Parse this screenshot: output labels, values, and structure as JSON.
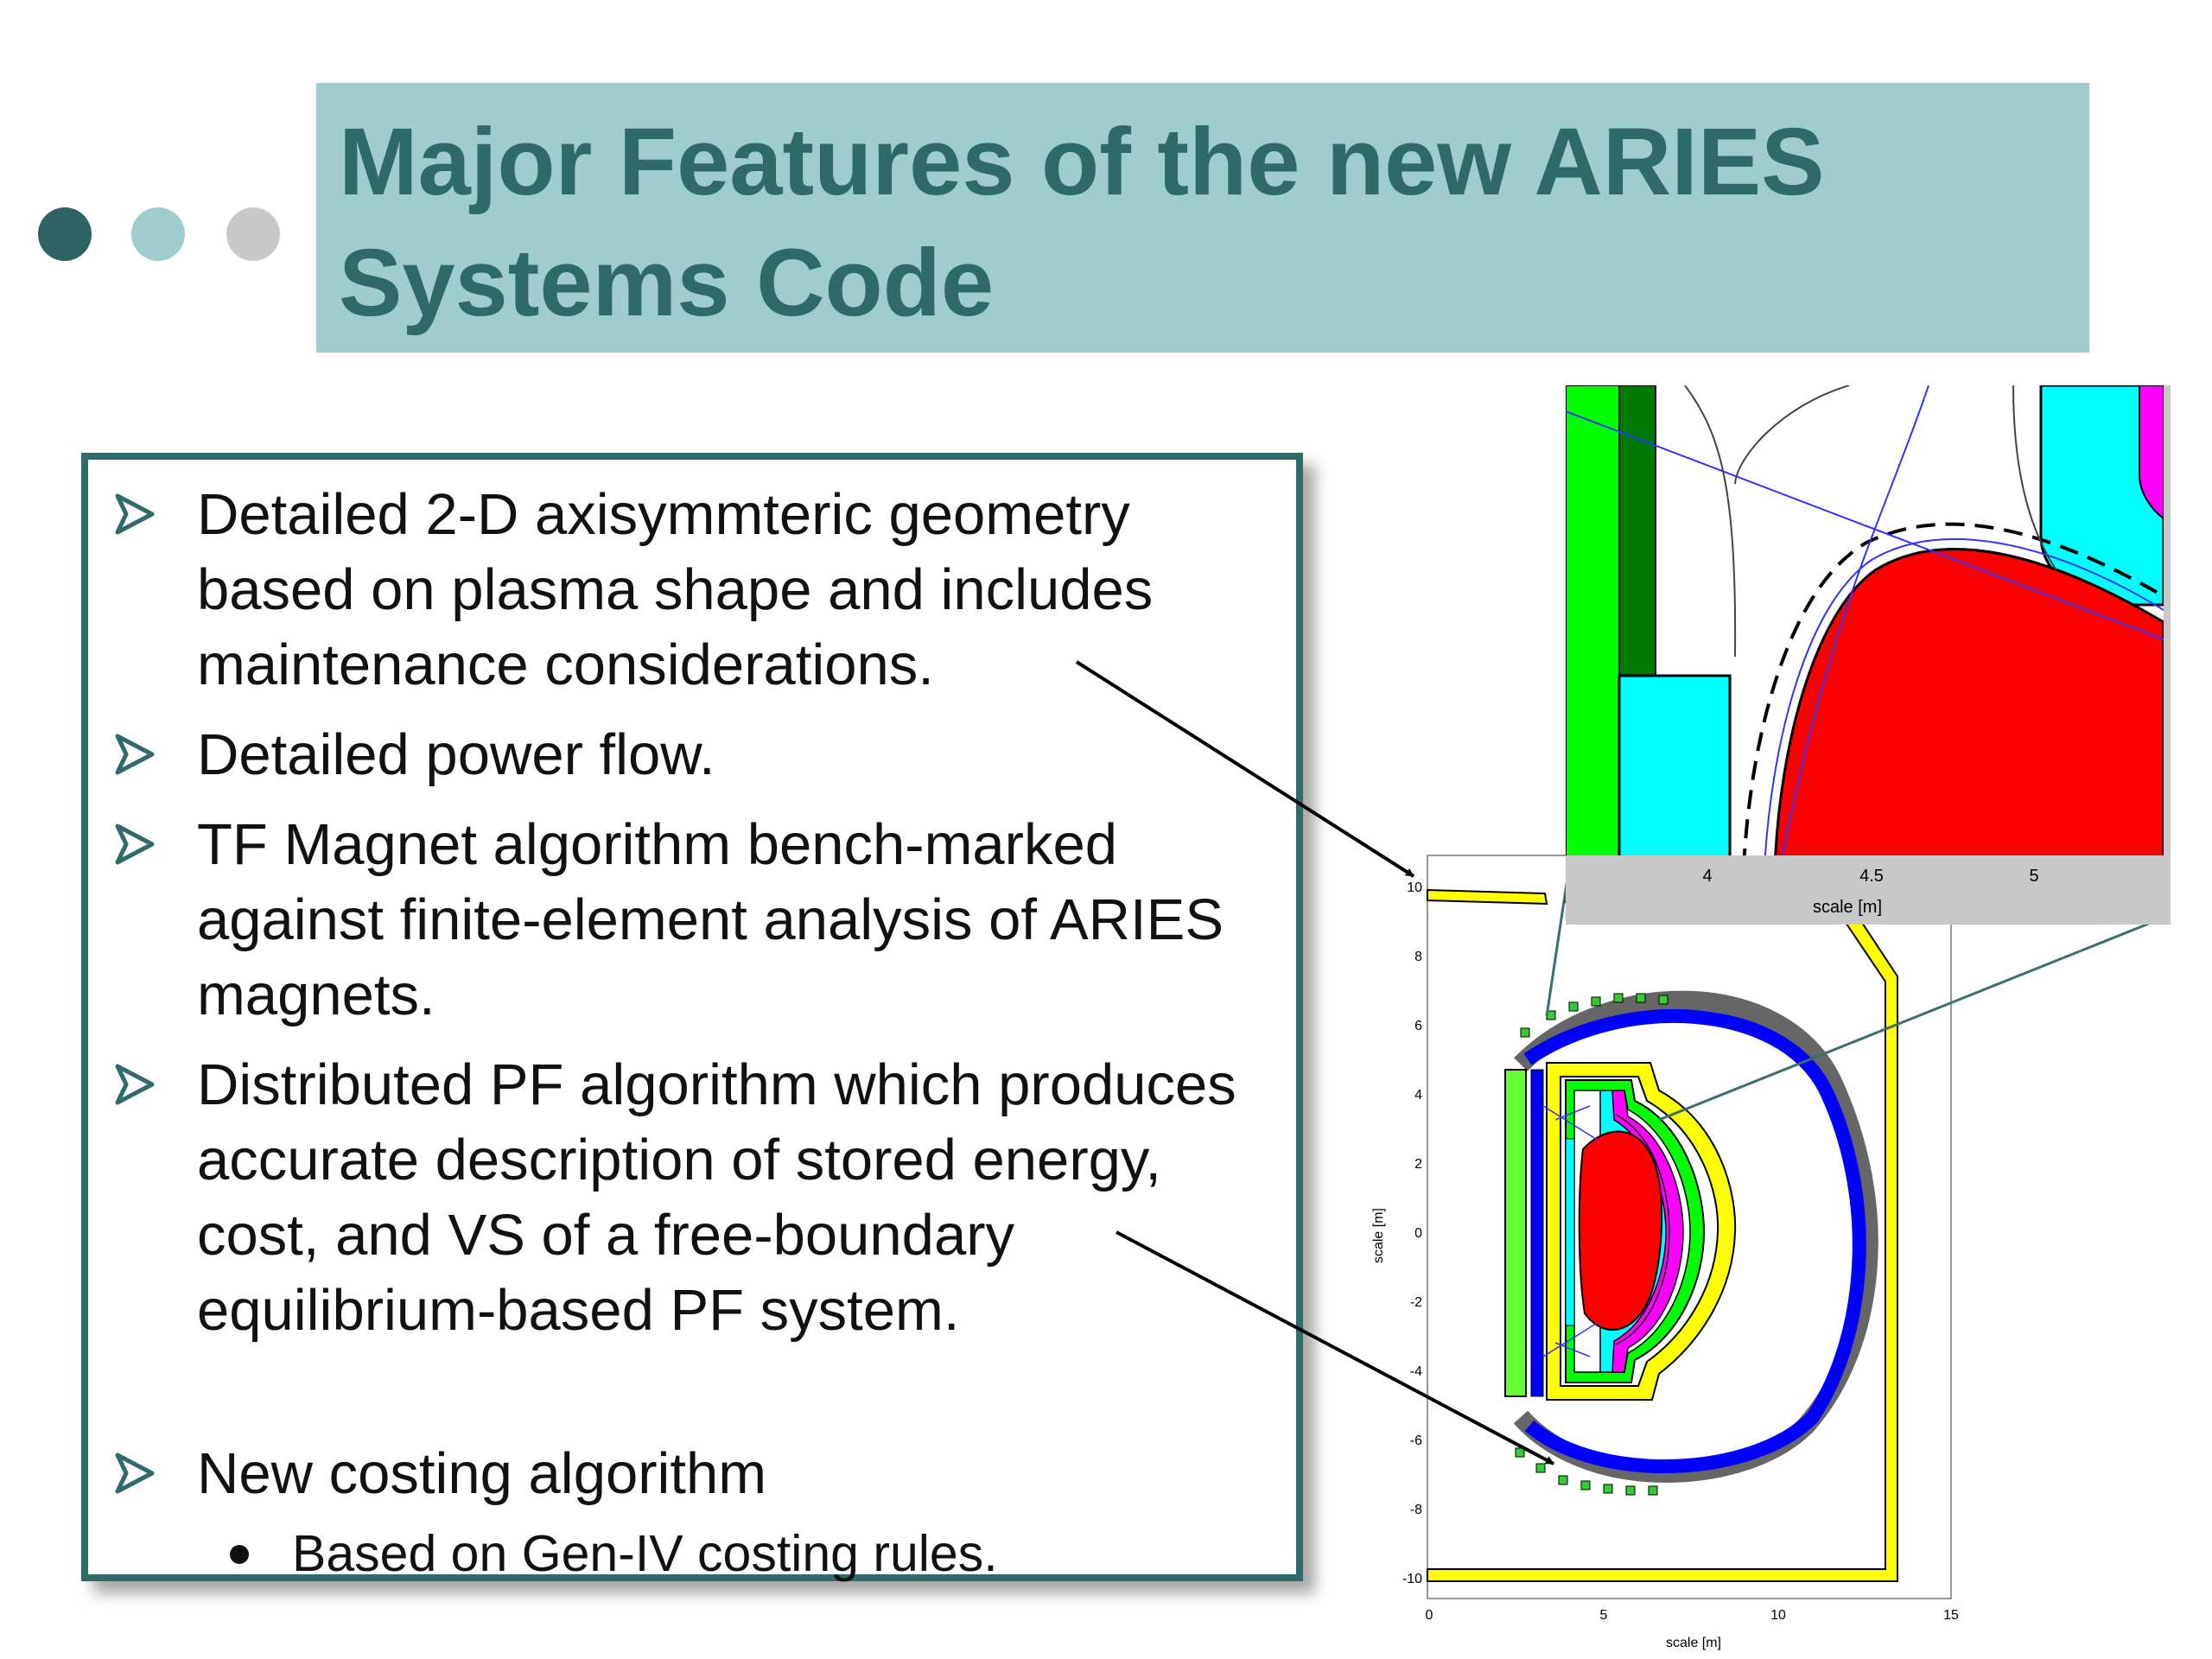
{
  "slide": {
    "title": "Major Features of the new ARIES Systems Code",
    "decor_dots": [
      {
        "name": "dark-teal",
        "color": "#2f6262"
      },
      {
        "name": "light-teal",
        "color": "#9fcccc"
      },
      {
        "name": "light-gray",
        "color": "#c8c8c8"
      }
    ],
    "title_band_color": "#9fcccc",
    "title_color": "#2e6a6a"
  },
  "bullets": [
    {
      "text": "Detailed 2-D axisymmteric geometry based on plasma shape and includes maintenance considerations."
    },
    {
      "text": "Detailed power flow."
    },
    {
      "text": "TF Magnet algorithm bench-marked against finite-element analysis of ARIES magnets."
    },
    {
      "text": "Distributed PF algorithm which produces accurate description of stored energy, cost, and VS of a free-boundary equilibrium-based PF system."
    },
    {
      "text": "New costing algorithm"
    }
  ],
  "sub_bullets": [
    {
      "text": "Based on Gen-IV costing rules."
    }
  ],
  "main_plot": {
    "xlabel": "scale [m]",
    "ylabel": "scale [m]",
    "x_ticks": [
      "0",
      "5",
      "10",
      "15"
    ],
    "y_ticks": [
      "10",
      "8",
      "6",
      "4",
      "2",
      "0",
      "-2",
      "-4",
      "-6",
      "-8",
      "-10"
    ]
  },
  "inset_plot": {
    "xlabel": "scale [m]",
    "x_ticks": [
      "4",
      "4.5",
      "5"
    ]
  },
  "colors": {
    "plasma": "#ff0000",
    "blanket": "#00ffff",
    "shield": "#ff00ff",
    "vacuum_vessel": "#00ff00",
    "tf_coil": "#ffff00",
    "cryostat": "#0000ff",
    "dark_green": "#007a00"
  }
}
